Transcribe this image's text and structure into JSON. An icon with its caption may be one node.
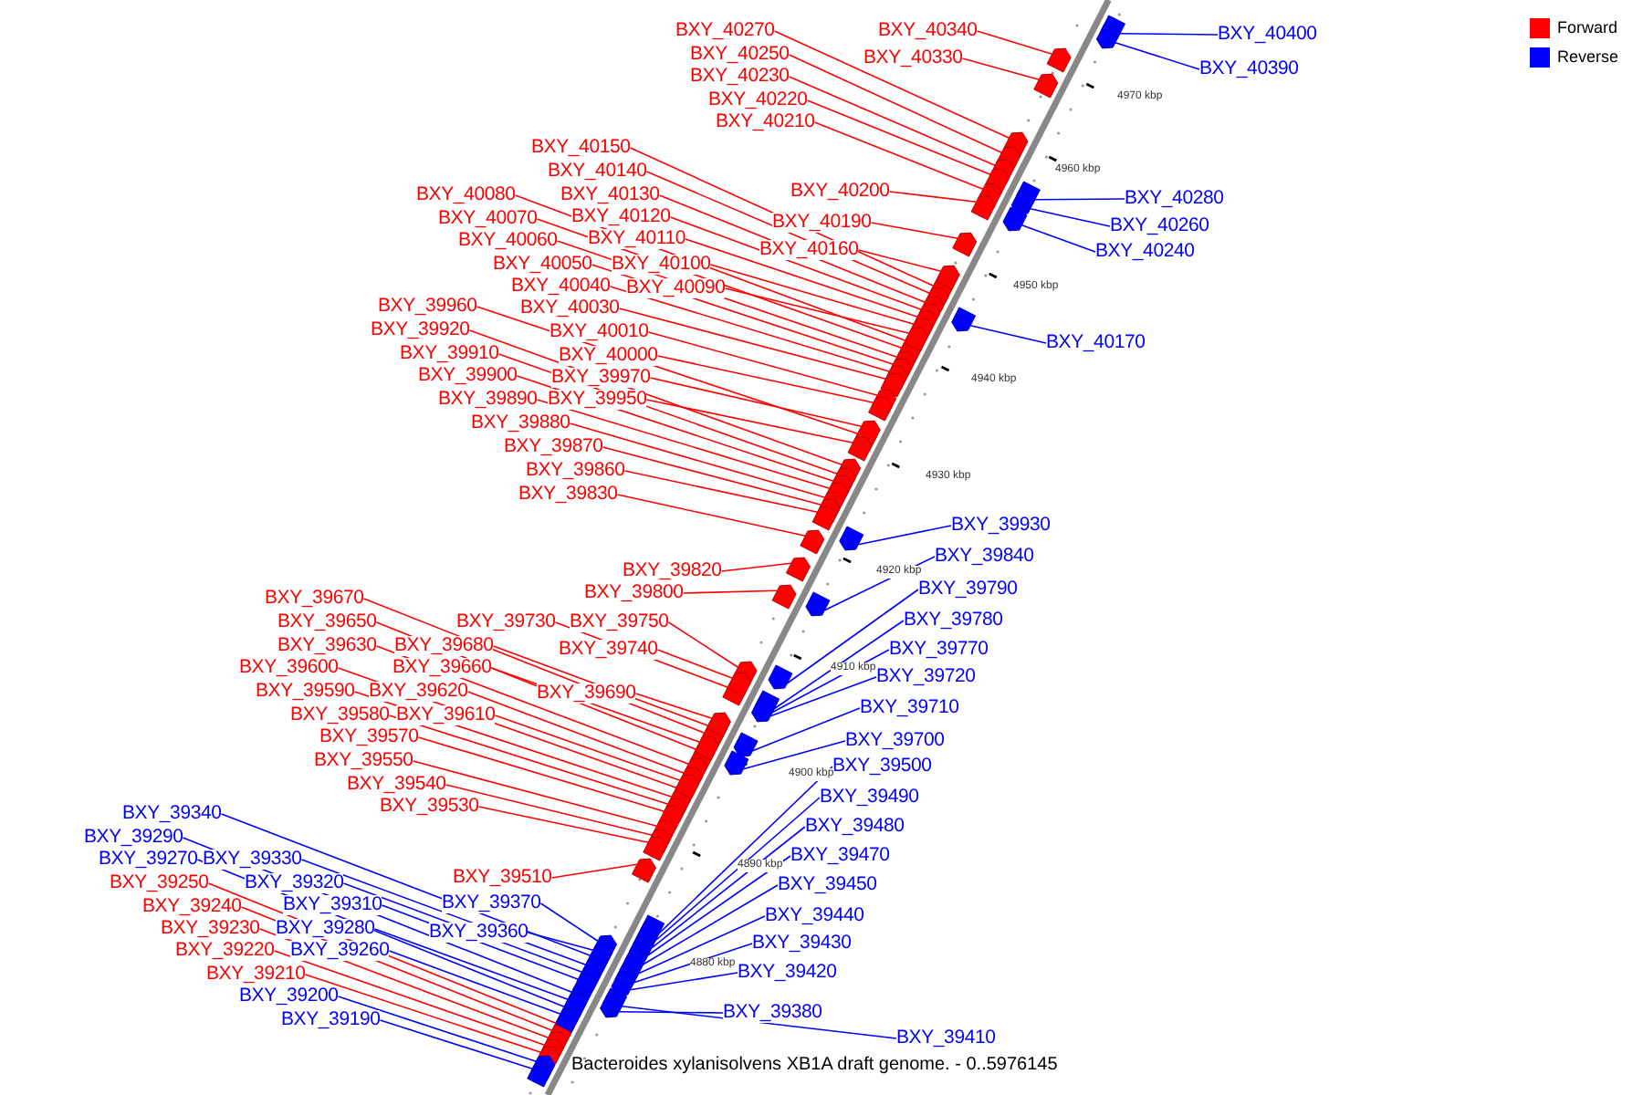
{
  "diagram": {
    "caption": "Bacteroides xylanisolvens XB1A draft genome. - 0..5976145",
    "nodes": [
      {
        "text": [
          "BXY_40270"
        ]
      },
      {
        "text": [
          "BXY_40340"
        ]
      },
      {
        "text": [
          "BXY_40400"
        ]
      },
      {
        "text": [
          "BXY_40330"
        ]
      },
      {
        "text": [
          "BXY_40250"
        ]
      },
      {
        "text": [
          "BXY_40390"
        ]
      },
      {
        "text": [
          "BXY_40230"
        ]
      },
      {
        "text": [
          "BXY_40220"
        ]
      },
      {
        "text": [
          "BXY_40210"
        ]
      },
      {
        "text": [
          "BXY_40150"
        ]
      },
      {
        "text": [
          "BXY_40140"
        ]
      },
      {
        "text": [
          "BXY_40200"
        ]
      },
      {
        "text": [
          "BXY_40280"
        ]
      },
      {
        "text": [
          "BXY_40130"
        ]
      },
      {
        "text": [
          "BXY_40080"
        ]
      },
      {
        "text": [
          "BXY_40120"
        ]
      },
      {
        "text": [
          "BXY_40070"
        ]
      },
      {
        "text": [
          "BXY_40190"
        ]
      },
      {
        "text": [
          "BXY_40260"
        ]
      },
      {
        "text": [
          "BXY_40110"
        ]
      },
      {
        "text": [
          "BXY_40060"
        ]
      },
      {
        "text": [
          "BXY_40160"
        ]
      },
      {
        "text": [
          "BXY_40240"
        ]
      },
      {
        "text": [
          "BXY_40050"
        ]
      },
      {
        "text": [
          "BXY_40100"
        ]
      },
      {
        "text": [
          "BXY_40040"
        ]
      },
      {
        "text": [
          "BXY_40090"
        ]
      },
      {
        "text": [
          "BXY_39960"
        ]
      },
      {
        "text": [
          "BXY_40030"
        ]
      },
      {
        "text": [
          "BXY_39920"
        ]
      },
      {
        "text": [
          "BXY_40010"
        ]
      },
      {
        "text": [
          "BXY_40170"
        ]
      },
      {
        "text": [
          "BXY_39910"
        ]
      },
      {
        "text": [
          "BXY_40000"
        ]
      },
      {
        "text": [
          "BXY_39900"
        ]
      },
      {
        "text": [
          "BXY_39970"
        ]
      },
      {
        "text": [
          "BXY_39890"
        ]
      },
      {
        "text": [
          "BXY_39950"
        ]
      },
      {
        "text": [
          "BXY_39880"
        ]
      },
      {
        "text": [
          "BXY_39870"
        ]
      },
      {
        "text": [
          "BXY_39860"
        ]
      },
      {
        "text": [
          "BXY_39830"
        ]
      },
      {
        "text": [
          "BXY_39930"
        ]
      },
      {
        "text": [
          "BXY_39840"
        ]
      },
      {
        "text": [
          "BXY_39820"
        ]
      },
      {
        "text": [
          "BXY_39790"
        ]
      },
      {
        "text": [
          "BXY_39800"
        ]
      },
      {
        "text": [
          "BXY_39670"
        ]
      },
      {
        "text": [
          "BXY_39650"
        ]
      },
      {
        "text": [
          "BXY_39730"
        ]
      },
      {
        "text": [
          "BXY_39750"
        ]
      },
      {
        "text": [
          "BXY_39780"
        ]
      },
      {
        "text": [
          "BXY_39630"
        ]
      },
      {
        "text": [
          "BXY_39680"
        ]
      },
      {
        "text": [
          "BXY_39740"
        ]
      },
      {
        "text": [
          "BXY_39770"
        ]
      },
      {
        "text": [
          "BXY_39600"
        ]
      },
      {
        "text": [
          "BXY_39660"
        ]
      },
      {
        "text": [
          "BXY_39720"
        ]
      },
      {
        "text": [
          "BXY_39590"
        ]
      },
      {
        "text": [
          "BXY_39620"
        ]
      },
      {
        "text": [
          "BXY_39690"
        ]
      },
      {
        "text": [
          "BXY_39710"
        ]
      },
      {
        "text": [
          "BXY_39580"
        ]
      },
      {
        "text": [
          "BXY_39610"
        ]
      },
      {
        "text": [
          "BXY_39570"
        ]
      },
      {
        "text": [
          "BXY_39700"
        ]
      },
      {
        "text": [
          "BXY_39550"
        ]
      },
      {
        "text": [
          "BXY_39500"
        ]
      },
      {
        "text": [
          "BXY_39540"
        ]
      },
      {
        "text": [
          "BXY_39490"
        ]
      },
      {
        "text": [
          "BXY_39530"
        ]
      },
      {
        "text": [
          "BXY_39340"
        ]
      },
      {
        "text": [
          "BXY_39480"
        ]
      },
      {
        "text": [
          "BXY_39290"
        ]
      },
      {
        "text": [
          "BXY_39470"
        ]
      },
      {
        "text": [
          "BXY_39270"
        ]
      },
      {
        "text": [
          "BXY_39330"
        ]
      },
      {
        "text": [
          "BXY_39510"
        ]
      },
      {
        "text": [
          "BXY_39250"
        ]
      },
      {
        "text": [
          "BXY_39320"
        ]
      },
      {
        "text": [
          "BXY_39450"
        ]
      },
      {
        "text": [
          "BXY_39240"
        ]
      },
      {
        "text": [
          "BXY_39310"
        ]
      },
      {
        "text": [
          "BXY_39370"
        ]
      },
      {
        "text": [
          "BXY_39440"
        ]
      },
      {
        "text": [
          "BXY_39230"
        ]
      },
      {
        "text": [
          "BXY_39280"
        ]
      },
      {
        "text": [
          "BXY_39360"
        ]
      },
      {
        "text": [
          "BXY_39430"
        ]
      },
      {
        "text": [
          "BXY_39220"
        ]
      },
      {
        "text": [
          "BXY_39260"
        ]
      },
      {
        "text": [
          "BXY_39420"
        ]
      },
      {
        "text": [
          "BXY_39210"
        ]
      },
      {
        "text": [
          "BXY_39200"
        ]
      },
      {
        "text": [
          "BXY_39380"
        ]
      },
      {
        "text": [
          "BXY_39190"
        ]
      },
      {
        "text": [
          "BXY_39410"
        ]
      },
      {
        "text": [],
        "shape": "box"
      },
      {
        "text": [],
        "shape": "box"
      },
      {
        "text": [],
        "shape": "box"
      },
      {
        "text": [],
        "shape": "box"
      },
      {
        "text": [],
        "shape": "box"
      },
      {
        "text": [],
        "shape": "box"
      },
      {
        "text": [],
        "shape": "box"
      },
      {
        "text": [],
        "shape": "box"
      },
      {
        "text": [],
        "shape": "box"
      },
      {
        "text": [],
        "shape": "box"
      },
      {
        "text": [],
        "shape": "box"
      },
      {
        "text": [],
        "shape": "box"
      },
      {
        "text": [],
        "shape": "box"
      },
      {
        "text": [],
        "shape": "box"
      },
      {
        "text": [],
        "shape": "box"
      },
      {
        "text": [],
        "shape": "box"
      },
      {
        "text": [],
        "shape": "box"
      },
      {
        "text": [],
        "shape": "box"
      },
      {
        "text": [],
        "shape": "box"
      },
      {
        "text": [],
        "shape": "box"
      },
      {
        "text": [],
        "shape": "box"
      },
      {
        "text": [],
        "shape": "box"
      },
      {
        "text": [],
        "shape": "box"
      },
      {
        "text": [],
        "shape": "box"
      },
      {
        "text": [],
        "shape": "box"
      },
      {
        "text": [],
        "shape": "box"
      },
      {
        "text": [],
        "shape": "box"
      },
      {
        "text": [],
        "shape": "box"
      },
      {
        "text": [],
        "shape": "box"
      },
      {
        "text": [],
        "shape": "box"
      },
      {
        "text": [],
        "shape": "box"
      },
      {
        "text": [],
        "shape": "box"
      },
      {
        "text": [],
        "shape": "box"
      },
      {
        "text": [],
        "shape": "box"
      },
      {
        "text": [],
        "shape": "box"
      },
      {
        "text": [],
        "shape": "box"
      },
      {
        "text": [],
        "shape": "box"
      },
      {
        "text": [],
        "shape": "box"
      },
      {
        "text": [],
        "shape": "box"
      },
      {
        "text": [],
        "shape": "box"
      },
      {
        "text": [],
        "shape": "box"
      },
      {
        "text": [],
        "shape": "box"
      },
      {
        "text": [],
        "shape": "box"
      },
      {
        "text": [],
        "shape": "box"
      },
      {
        "text": [],
        "shape": "box"
      },
      {
        "text": [],
        "shape": "box"
      },
      {
        "text": [],
        "shape": "box"
      },
      {
        "text": [],
        "shape": "box"
      },
      {
        "text": [],
        "shape": "box"
      },
      {
        "text": [],
        "shape": "box"
      },
      {
        "text": [],
        "shape": "box"
      },
      {
        "text": [],
        "shape": "box"
      },
      {
        "text": [],
        "shape": "box"
      },
      {
        "text": [],
        "shape": "box"
      },
      {
        "text": [],
        "shape": "box"
      },
      {
        "text": [],
        "shape": "box"
      },
      {
        "text": [],
        "shape": "box"
      },
      {
        "text": [],
        "shape": "box"
      },
      {
        "text": [],
        "shape": "box"
      },
      {
        "text": [],
        "shape": "box"
      },
      {
        "text": [],
        "shape": "box"
      },
      {
        "text": [],
        "shape": "box"
      },
      {
        "text": [],
        "shape": "box"
      },
      {
        "text": [],
        "shape": "box"
      },
      {
        "text": [],
        "shape": "box"
      },
      {
        "text": [],
        "shape": "box"
      },
      {
        "text": [],
        "shape": "box"
      },
      {
        "text": [],
        "shape": "box"
      },
      {
        "text": [],
        "shape": "box"
      },
      {
        "text": [],
        "shape": "box"
      },
      {
        "text": [],
        "shape": "box"
      },
      {
        "text": [],
        "shape": "box"
      },
      {
        "text": [],
        "shape": "box"
      },
      {
        "text": [],
        "shape": "box"
      },
      {
        "text": [],
        "shape": "box"
      },
      {
        "text": [],
        "shape": "box"
      },
      {
        "text": [],
        "shape": "box"
      },
      {
        "text": [],
        "shape": "box"
      },
      {
        "text": [],
        "shape": "box"
      },
      {
        "text": [],
        "shape": "box"
      },
      {
        "text": [],
        "shape": "box"
      },
      {
        "text": [],
        "shape": "box"
      },
      {
        "text": [],
        "shape": "box"
      },
      {
        "text": [],
        "shape": "box"
      },
      {
        "text": [],
        "shape": "box"
      },
      {
        "text": [],
        "shape": "box"
      },
      {
        "text": [],
        "shape": "box"
      },
      {
        "text": [],
        "shape": "box"
      },
      {
        "text": [],
        "shape": "box"
      },
      {
        "text": [],
        "shape": "box"
      },
      {
        "text": [],
        "shape": "box"
      },
      {
        "text": [],
        "shape": "box"
      },
      {
        "text": [],
        "shape": "box"
      },
      {
        "text": [],
        "shape": "box"
      },
      {
        "text": [],
        "shape": "box"
      },
      {
        "text": [],
        "shape": "box"
      },
      {
        "text": [],
        "shape": "box"
      },
      {
        "text": [],
        "shape": "box"
      }
    ],
    "edges": [
      {
        "from": 0,
        "to": 98,
        "arrow": "none"
      },
      {
        "from": 1,
        "to": 99,
        "arrow": "none"
      },
      {
        "from": 2,
        "to": 100,
        "arrow": "none",
        "color": "#0000ff"
      },
      {
        "from": 3,
        "to": 101,
        "arrow": "none"
      },
      {
        "from": 4,
        "to": 102,
        "arrow": "none"
      },
      {
        "from": 5,
        "to": 103,
        "arrow": "none",
        "color": "#0000ff"
      },
      {
        "from": 6,
        "to": 104,
        "arrow": "none"
      },
      {
        "from": 7,
        "to": 105,
        "arrow": "none"
      },
      {
        "from": 8,
        "to": 106,
        "arrow": "none"
      },
      {
        "from": 9,
        "to": 107,
        "arrow": "none"
      },
      {
        "from": 10,
        "to": 108,
        "arrow": "none"
      },
      {
        "from": 11,
        "to": 109,
        "arrow": "none"
      },
      {
        "from": 12,
        "to": 110,
        "arrow": "none",
        "color": "#0000ff"
      },
      {
        "from": 13,
        "to": 111,
        "arrow": "none"
      },
      {
        "from": 14,
        "to": 112,
        "arrow": "none"
      },
      {
        "from": 15,
        "to": 113,
        "arrow": "none"
      },
      {
        "from": 16,
        "to": 114,
        "arrow": "none"
      },
      {
        "from": 17,
        "to": 115,
        "arrow": "none"
      },
      {
        "from": 18,
        "to": 116,
        "arrow": "none",
        "color": "#0000ff"
      },
      {
        "from": 19,
        "to": 117,
        "arrow": "none"
      },
      {
        "from": 20,
        "to": 118,
        "arrow": "none"
      },
      {
        "from": 21,
        "to": 119,
        "arrow": "none"
      },
      {
        "from": 22,
        "to": 120,
        "arrow": "none",
        "color": "#0000ff"
      },
      {
        "from": 23,
        "to": 121,
        "arrow": "none"
      },
      {
        "from": 24,
        "to": 122,
        "arrow": "none"
      },
      {
        "from": 25,
        "to": 123,
        "arrow": "none"
      },
      {
        "from": 26,
        "to": 124,
        "arrow": "none"
      },
      {
        "from": 27,
        "to": 125,
        "arrow": "none"
      },
      {
        "from": 28,
        "to": 126,
        "arrow": "none"
      },
      {
        "from": 29,
        "to": 127,
        "arrow": "none"
      },
      {
        "from": 30,
        "to": 128,
        "arrow": "none"
      },
      {
        "from": 31,
        "to": 129,
        "arrow": "none",
        "color": "#0000ff"
      },
      {
        "from": 32,
        "to": 130,
        "arrow": "none"
      },
      {
        "from": 33,
        "to": 131,
        "arrow": "none"
      },
      {
        "from": 34,
        "to": 132,
        "arrow": "none"
      },
      {
        "from": 35,
        "to": 133,
        "arrow": "none"
      },
      {
        "from": 36,
        "to": 134,
        "arrow": "none"
      },
      {
        "from": 37,
        "to": 135,
        "arrow": "none"
      },
      {
        "from": 38,
        "to": 136,
        "arrow": "none"
      },
      {
        "from": 39,
        "to": 137,
        "arrow": "none"
      },
      {
        "from": 40,
        "to": 138,
        "arrow": "none"
      },
      {
        "from": 41,
        "to": 139,
        "arrow": "none"
      },
      {
        "from": 42,
        "to": 140,
        "arrow": "none",
        "color": "#0000ff"
      },
      {
        "from": 43,
        "to": 141,
        "arrow": "none",
        "color": "#0000ff"
      },
      {
        "from": 44,
        "to": 142,
        "arrow": "none"
      },
      {
        "from": 45,
        "to": 143,
        "arrow": "none",
        "color": "#0000ff"
      },
      {
        "from": 46,
        "to": 144,
        "arrow": "none"
      },
      {
        "from": 47,
        "to": 145,
        "arrow": "none"
      },
      {
        "from": 48,
        "to": 146,
        "arrow": "none"
      },
      {
        "from": 49,
        "to": 147,
        "arrow": "none"
      },
      {
        "from": 50,
        "to": 148,
        "arrow": "none"
      },
      {
        "from": 51,
        "to": 149,
        "arrow": "none",
        "color": "#0000ff"
      },
      {
        "from": 52,
        "to": 150,
        "arrow": "none"
      },
      {
        "from": 53,
        "to": 151,
        "arrow": "none"
      },
      {
        "from": 54,
        "to": 152,
        "arrow": "none"
      },
      {
        "from": 55,
        "to": 153,
        "arrow": "none",
        "color": "#0000ff"
      },
      {
        "from": 56,
        "to": 154,
        "arrow": "none"
      },
      {
        "from": 57,
        "to": 155,
        "arrow": "none"
      },
      {
        "from": 58,
        "to": 156,
        "arrow": "none",
        "color": "#0000ff"
      },
      {
        "from": 59,
        "to": 157,
        "arrow": "none"
      },
      {
        "from": 60,
        "to": 158,
        "arrow": "none"
      },
      {
        "from": 61,
        "to": 159,
        "arrow": "none"
      },
      {
        "from": 62,
        "to": 160,
        "arrow": "none",
        "color": "#0000ff"
      },
      {
        "from": 63,
        "to": 161,
        "arrow": "none"
      },
      {
        "from": 64,
        "to": 162,
        "arrow": "none"
      },
      {
        "from": 65,
        "to": 163,
        "arrow": "none"
      },
      {
        "from": 66,
        "to": 164,
        "arrow": "none",
        "color": "#0000ff"
      },
      {
        "from": 67,
        "to": 165,
        "arrow": "none"
      },
      {
        "from": 68,
        "to": 166,
        "arrow": "none",
        "color": "#0000ff"
      },
      {
        "from": 69,
        "to": 167,
        "arrow": "none"
      },
      {
        "from": 70,
        "to": 168,
        "arrow": "none",
        "color": "#0000ff"
      },
      {
        "from": 71,
        "to": 169,
        "arrow": "none"
      },
      {
        "from": 72,
        "to": 170,
        "arrow": "none",
        "color": "#0000ff"
      },
      {
        "from": 73,
        "to": 171,
        "arrow": "none",
        "color": "#0000ff"
      },
      {
        "from": 74,
        "to": 172,
        "arrow": "none",
        "color": "#0000ff"
      },
      {
        "from": 75,
        "to": 173,
        "arrow": "none",
        "color": "#0000ff"
      },
      {
        "from": 76,
        "to": 174,
        "arrow": "none",
        "color": "#0000ff"
      },
      {
        "from": 77,
        "to": 175,
        "arrow": "none",
        "color": "#0000ff"
      },
      {
        "from": 78,
        "to": 176,
        "arrow": "none"
      },
      {
        "from": 79,
        "to": 177,
        "arrow": "none"
      },
      {
        "from": 80,
        "to": 178,
        "arrow": "none",
        "color": "#0000ff"
      },
      {
        "from": 81,
        "to": 179,
        "arrow": "none",
        "color": "#0000ff"
      },
      {
        "from": 82,
        "to": 180,
        "arrow": "none"
      },
      {
        "from": 83,
        "to": 181,
        "arrow": "none",
        "color": "#0000ff"
      },
      {
        "from": 84,
        "to": 182,
        "arrow": "none",
        "color": "#0000ff"
      },
      {
        "from": 85,
        "to": 183,
        "arrow": "none",
        "color": "#0000ff"
      },
      {
        "from": 86,
        "to": 184,
        "arrow": "none"
      },
      {
        "from": 87,
        "to": 185,
        "arrow": "none",
        "color": "#0000ff"
      },
      {
        "from": 88,
        "to": 186,
        "arrow": "none",
        "color": "#0000ff"
      },
      {
        "from": 89,
        "to": 187,
        "arrow": "none",
        "color": "#0000ff"
      },
      {
        "from": 90,
        "to": 188,
        "arrow": "none"
      },
      {
        "from": 91,
        "to": 189,
        "arrow": "none",
        "color": "#0000ff"
      },
      {
        "from": 92,
        "to": 190,
        "arrow": "none",
        "color": "#0000ff"
      },
      {
        "from": 93,
        "to": 191,
        "arrow": "none"
      },
      {
        "from": 94,
        "to": 192,
        "arrow": "none",
        "color": "#0000ff"
      },
      {
        "from": 95,
        "to": 193,
        "arrow": "none",
        "color": "#0000ff"
      },
      {
        "from": 96,
        "to": 194,
        "arrow": "none",
        "color": "#0000ff"
      },
      {
        "from": 97,
        "to": 195,
        "arrow": "none",
        "color": "#0000ff"
      }
    ],
    "labels": [
      "4970 kbp",
      "4960 kbp",
      "4950 kbp",
      "4940 kbp",
      "4930 kbp",
      "4920 kbp",
      "4910 kbp",
      "4900 kbp",
      "4890 kbp",
      "4880 kbp"
    ],
    "legend": [
      {
        "text": "Forward",
        "color": "#ff0000"
      },
      {
        "text": "Reverse",
        "color": "#0000ff"
      }
    ]
  }
}
